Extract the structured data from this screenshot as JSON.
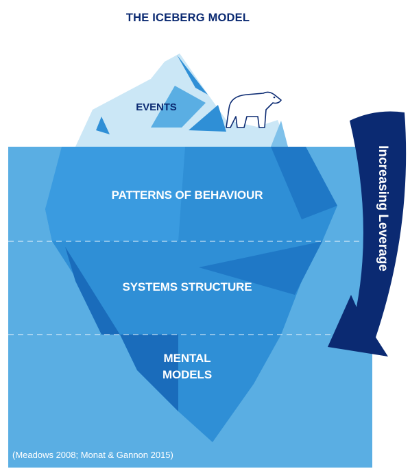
{
  "title": "THE ICEBERG MODEL",
  "layers": {
    "events": "EVENTS",
    "patterns": "PATTERNS OF BEHAVIOUR",
    "structure": "SYSTEMS STRUCTURE",
    "mental_line1": "MENTAL",
    "mental_line2": "MODELS"
  },
  "arrow_label": "Increasing Leverage",
  "citation": "(Meadows 2008; Monat & Gannon 2015)",
  "icons": {
    "bear": "polar-bear-icon",
    "arrow": "curved-arrow-icon"
  },
  "colors": {
    "title": "#0b2a72",
    "water": "#5aaee3",
    "ice_light": "#cbe7f6",
    "ice_mid": "#2f8fd6",
    "ice_dark": "#1a6cbb",
    "arrow": "#0b2a72"
  }
}
